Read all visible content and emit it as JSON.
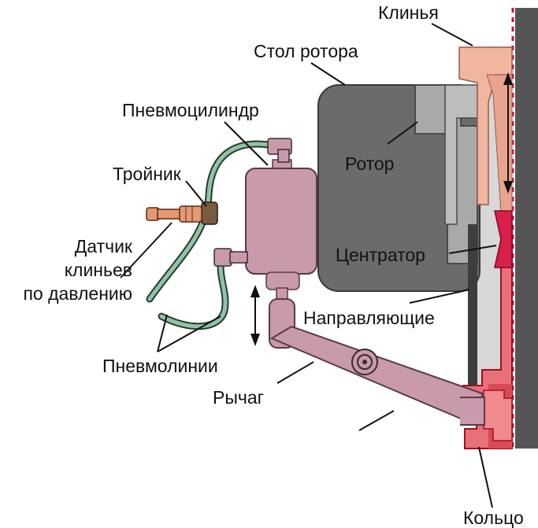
{
  "labels": {
    "wedges": "Клинья",
    "rotary_table": "Стол ротора",
    "pneumatic_cylinder": "Пневмоцилиндр",
    "rotor": "Ротор",
    "tee": "Тройник",
    "wedge_pressure_sensor_l1": "Датчик",
    "wedge_pressure_sensor_l2": "клиньев",
    "wedge_pressure_sensor_l3": "по давлению",
    "centralizer": "Центратор",
    "guides": "Направляющие",
    "pneumatic_lines": "Пневмолинии",
    "lever": "Рычаг",
    "ring": "Кольцо"
  },
  "colors": {
    "rotary_table": "#6b6b6b",
    "rotor": "#a9a9a9",
    "wedges": "#f0b6a0",
    "centralizer": "#d81f4a",
    "frame": "#e8707a",
    "cylinder": "#c89aab",
    "pipe": "#d4dfd8",
    "hose": "#8fc4a5",
    "sensor": "#e39a72",
    "wall": "#555555"
  }
}
